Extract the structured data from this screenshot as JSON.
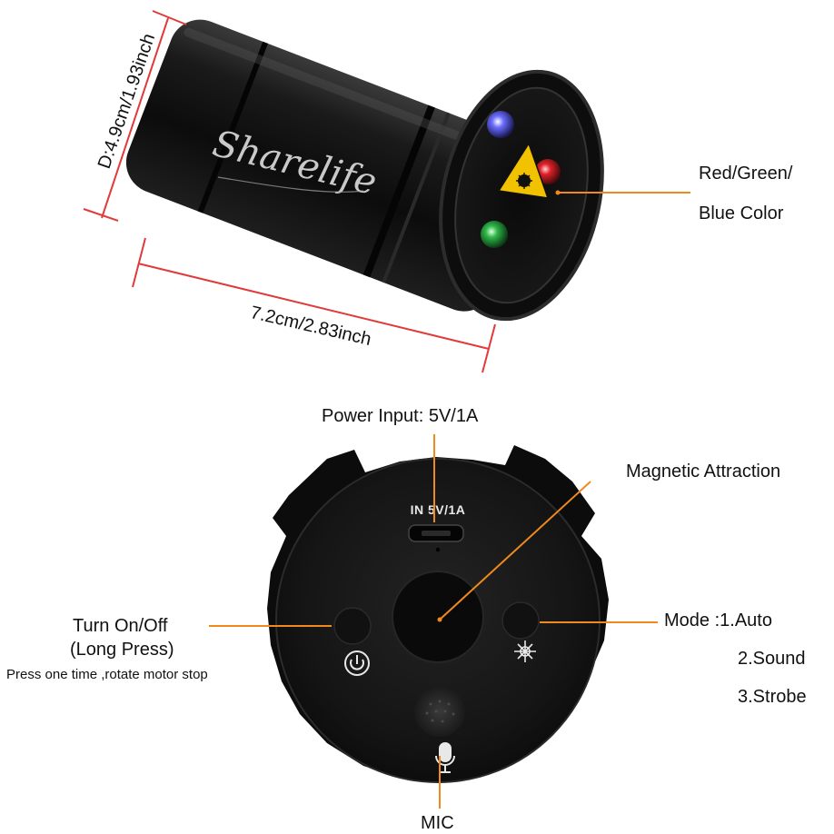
{
  "product": {
    "brand": "Sharelife",
    "port_label": "IN 5V/1A"
  },
  "dimensions": {
    "diameter": "D:4.9cm/1.93inch",
    "length": "7.2cm/2.83inch"
  },
  "callouts": {
    "color_line1": "Red/Green/",
    "color_line2": "Blue Color",
    "power_input": "Power Input: 5V/1A",
    "magnetic": "Magnetic Attraction",
    "turn_on_line1": "Turn On/Off",
    "turn_on_line2": "(Long Press)",
    "turn_on_note": "Press one time ,rotate motor stop",
    "mode_line1": "Mode :1.Auto",
    "mode_line2": "2.Sound",
    "mode_line3": "3.Strobe",
    "mic": "MIC"
  },
  "colors": {
    "accent_line": "#f08a1c",
    "dimension_line": "#e03a3a",
    "body": "#141414",
    "laser_red": "#e0202a",
    "laser_green": "#2fb84a",
    "laser_blue": "#4a4cff",
    "warning_yellow": "#f2c200"
  },
  "icons": {
    "power": "power-icon",
    "laser_mode": "laser-burst-icon",
    "mic": "microphone-icon",
    "warning": "laser-warning-icon"
  }
}
